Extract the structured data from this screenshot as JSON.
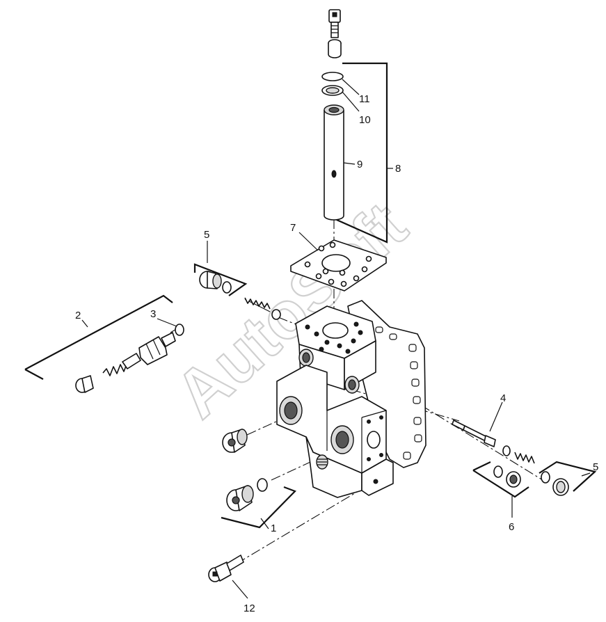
{
  "watermark": "AutoSoft",
  "callouts": {
    "c1": "1",
    "c2": "2",
    "c3": "3",
    "c4": "4",
    "c5a": "5",
    "c5b": "5",
    "c6": "6",
    "c7": "7",
    "c8": "8",
    "c9": "9",
    "c10": "10",
    "c11": "11",
    "c12": "12"
  }
}
